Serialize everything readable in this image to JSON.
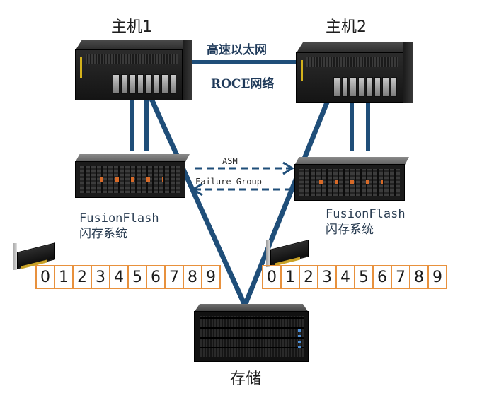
{
  "hosts": [
    {
      "label": "主机1",
      "device_icon": "server-icon"
    },
    {
      "label": "主机2",
      "device_icon": "server-icon"
    }
  ],
  "network": {
    "line1": "高速以太网",
    "line2": "ROCE网络"
  },
  "asm": {
    "line1": "ASM",
    "line2": "Failure Group"
  },
  "flash_arrays": [
    {
      "line1": "FusionFlash",
      "line2": "闪存系统",
      "device_icon": "flash-array-icon"
    },
    {
      "line1": "FusionFlash",
      "line2": "闪存系统",
      "device_icon": "flash-array-icon"
    }
  ],
  "disk_groups": [
    {
      "cells": [
        "0",
        "1",
        "2",
        "3",
        "4",
        "5",
        "6",
        "7",
        "8",
        "9"
      ],
      "card_icon": "pcie-flash-card-icon"
    },
    {
      "cells": [
        "0",
        "1",
        "2",
        "3",
        "4",
        "5",
        "6",
        "7",
        "8",
        "9"
      ],
      "card_icon": "pcie-flash-card-icon"
    }
  ],
  "storage": {
    "label": "存储",
    "device_icon": "storage-enclosure-icon"
  },
  "colors": {
    "link": "#1f4e79",
    "disk_border": "#e8913d",
    "text": "#1e1e1e"
  }
}
